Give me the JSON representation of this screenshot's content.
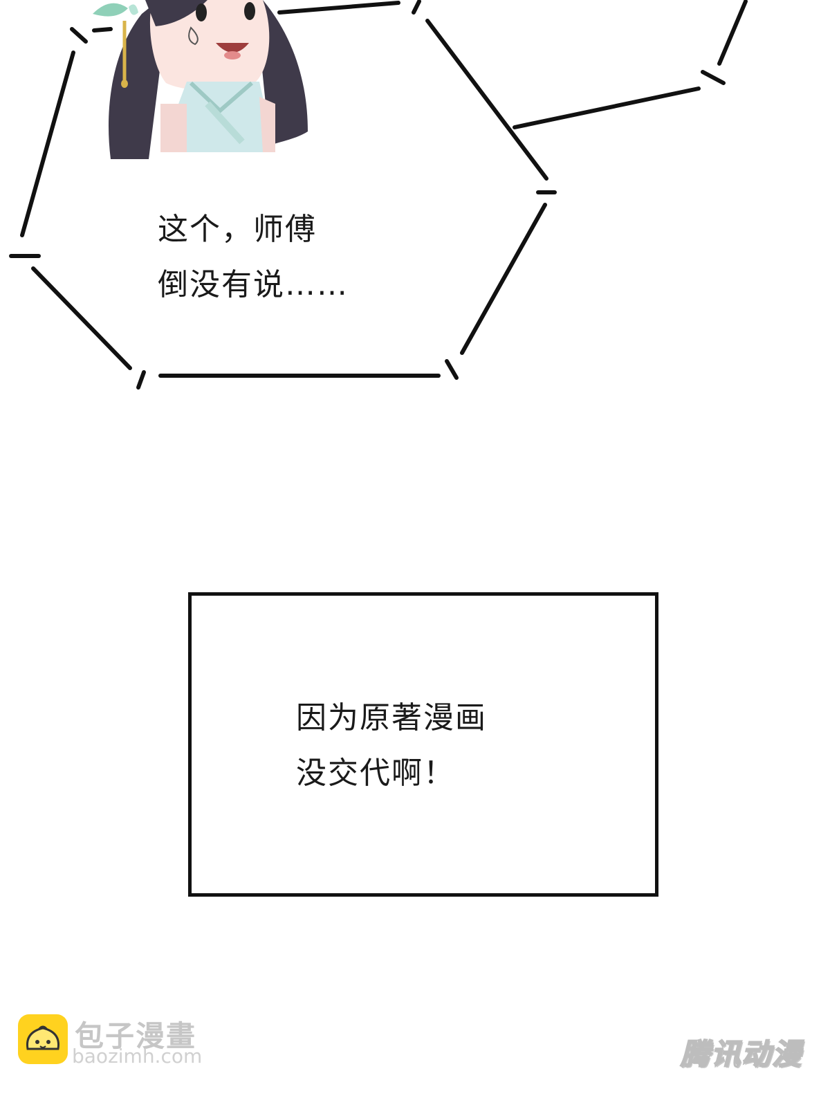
{
  "panel_top": {
    "speech_lines": [
      "这个，师傅",
      "倒没有说……"
    ]
  },
  "panel_bottom": {
    "caption_lines": [
      "因为原著漫画",
      "没交代啊！"
    ]
  },
  "watermarks": {
    "left_name": "包子漫畫",
    "left_url": "baozimh.com",
    "right_name": "腾讯动漫"
  },
  "colors": {
    "line": "#111111",
    "hair": "#3f3a4a",
    "skin": "#fbe5e0",
    "robe": "#cfe8ea",
    "ornament": "#8fd0b8",
    "logo_yellow": "#ffd21f"
  }
}
